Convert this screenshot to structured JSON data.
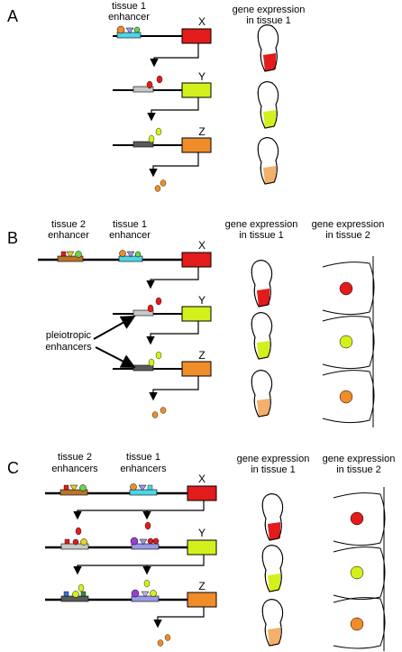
{
  "panels": [
    {
      "letter": "A",
      "enhancer_labels": [
        "tissue 1",
        "enhancer"
      ],
      "genes": [
        "X",
        "Y",
        "Z"
      ],
      "expression_header_1": [
        "gene expression",
        "in tissue 1"
      ]
    },
    {
      "letter": "B",
      "enhancer2_labels": [
        "tissue 2",
        "enhancer"
      ],
      "enhancer1_labels": [
        "tissue 1",
        "enhancer"
      ],
      "genes": [
        "X",
        "Y",
        "Z"
      ],
      "expression_header_1": [
        "gene expression",
        "in tissue 1"
      ],
      "expression_header_2": [
        "gene expression",
        "in tissue 2"
      ],
      "pleiotropic_labels": [
        "pleiotropic",
        "enhancers"
      ]
    },
    {
      "letter": "C",
      "enhancer2_labels": [
        "tissue 2",
        "enhancers"
      ],
      "enhancer1_labels": [
        "tissue 1",
        "enhancers"
      ],
      "genes": [
        "X",
        "Y",
        "Z"
      ],
      "expression_header_1": [
        "gene expression",
        "in tissue 1"
      ],
      "expression_header_2": [
        "gene expression",
        "in tissue 2"
      ]
    }
  ],
  "colors": {
    "X": "#e31b1b",
    "Y": "#d4f01c",
    "Z": "#f08c2a",
    "cyan": "#4fd4e8",
    "green": "#6bd44a",
    "purple": "#9a3fd4",
    "gray_light": "#c8c8c8",
    "gray_dark": "#5a5a5a",
    "brown": "#b8742a"
  }
}
